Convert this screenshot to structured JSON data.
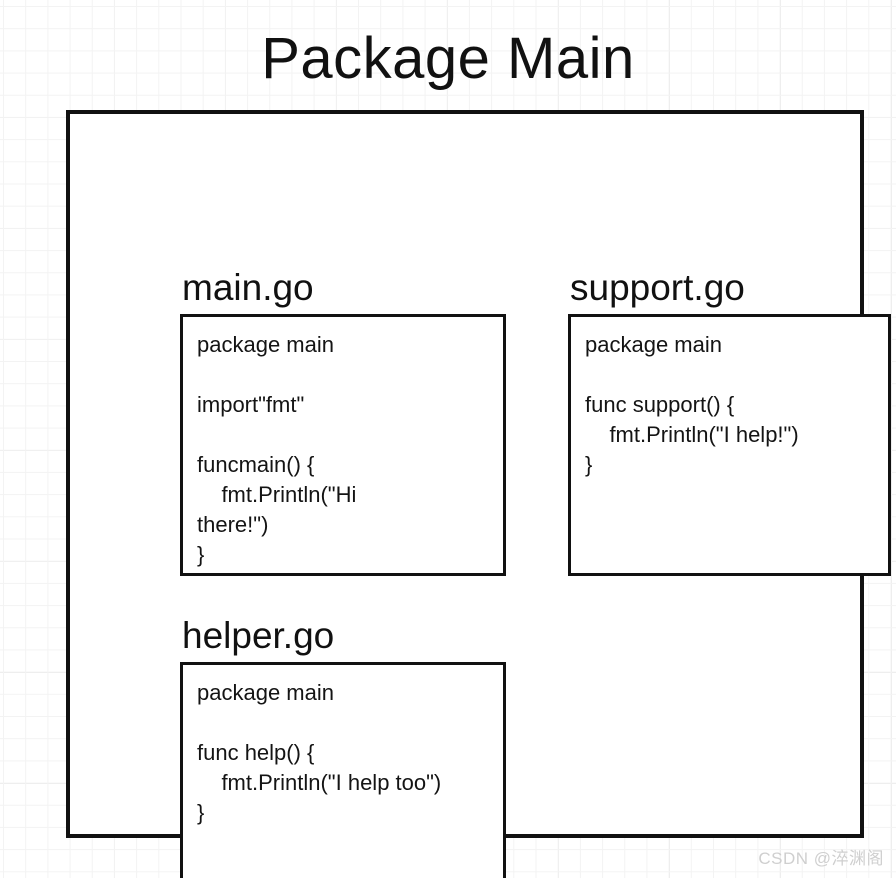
{
  "diagram": {
    "title": "Package Main",
    "files": [
      {
        "name": "main.go",
        "lines": [
          "package main",
          "",
          "import\"fmt\"",
          "",
          "funcmain() {",
          "    fmt.Println(\"Hi",
          "there!\")",
          "}"
        ]
      },
      {
        "name": "support.go",
        "lines": [
          "package main",
          "",
          "func support() {",
          "    fmt.Println(\"I help!\")",
          "}"
        ]
      },
      {
        "name": "helper.go",
        "lines": [
          "package main",
          "",
          "func help() {",
          "    fmt.Println(\"I help too\")",
          "}"
        ]
      }
    ]
  },
  "watermark": {
    "text": "CSDN @淬渊阁"
  }
}
